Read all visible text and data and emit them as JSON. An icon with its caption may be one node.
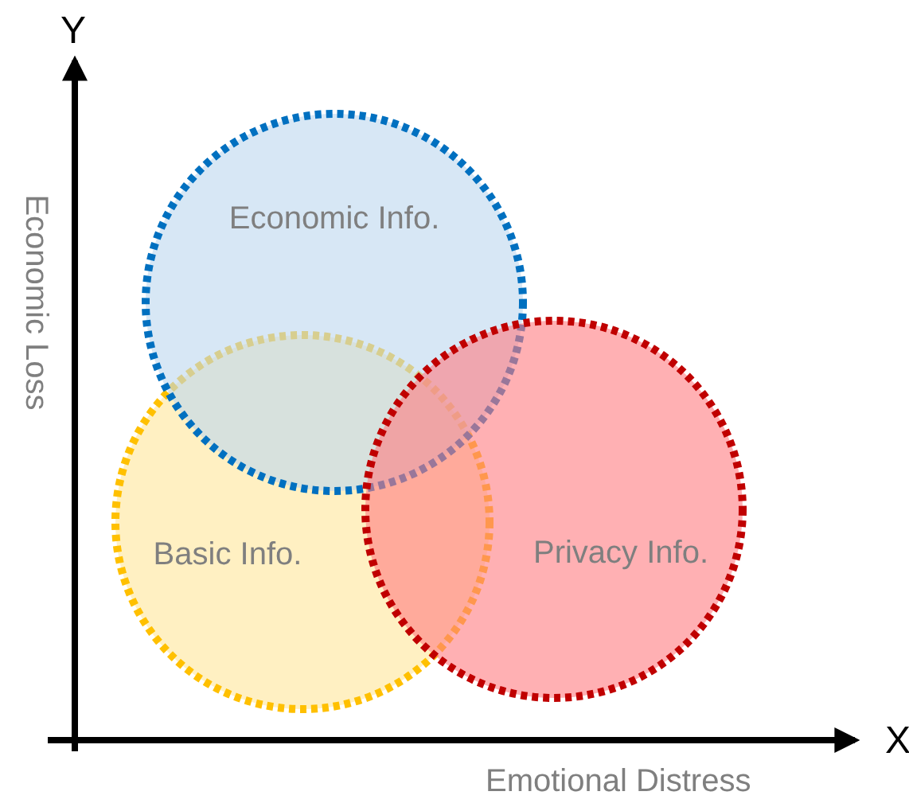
{
  "diagram": {
    "nodes": [
      {
        "text": [
          "Economic Info."
        ]
      },
      {
        "text": [
          "Basic Info."
        ]
      },
      {
        "text": [
          "Privacy Info."
        ]
      }
    ],
    "labels": [
      "Y",
      "Economic Loss",
      "X",
      "Emotional Distress"
    ]
  }
}
